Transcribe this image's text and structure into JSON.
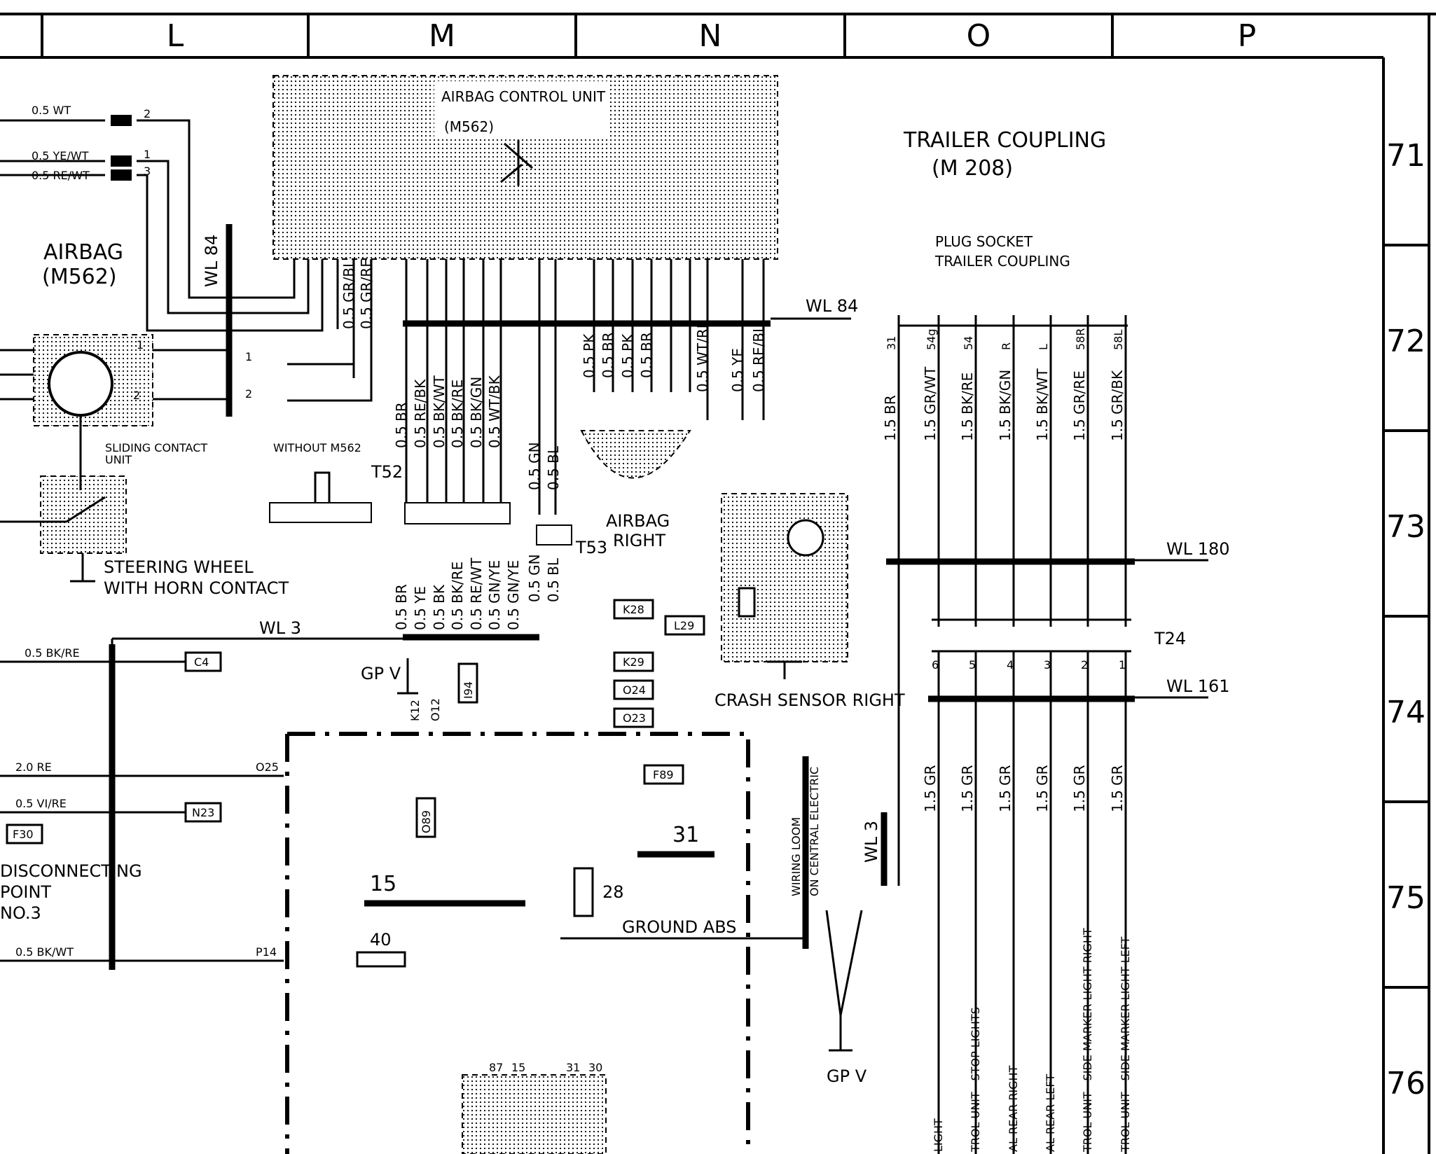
{
  "columns": [
    "L",
    "M",
    "N",
    "O",
    "P"
  ],
  "rows": [
    "71",
    "72",
    "73",
    "74",
    "75",
    "76"
  ],
  "components": {
    "airbag_control_unit": {
      "name": "AIRBAG CONTROL UNIT",
      "code": "(M562)"
    },
    "trailer_coupling": {
      "name": "TRAILER COUPLING",
      "code": "(M 208)"
    },
    "plug_socket": {
      "line1": "PLUG SOCKET",
      "line2": "TRAILER COUPLING"
    },
    "airbag": {
      "name": "AIRBAG",
      "code": "(M562)"
    },
    "sliding_contact": {
      "line1": "SLIDING CONTACT",
      "line2": "UNIT"
    },
    "steering_wheel": {
      "line1": "STEERING WHEEL",
      "line2": "WITH HORN CONTACT"
    },
    "without_m562": "WITHOUT M562",
    "airbag_right": {
      "line1": "AIRBAG",
      "line2": "RIGHT"
    },
    "crash_sensor_right": "CRASH SENSOR RIGHT",
    "disconnecting_point": {
      "line1": "DISCONNECTING",
      "line2": "POINT",
      "line3": "NO.3"
    },
    "ground_abs": "GROUND ABS",
    "wiring_loom": {
      "line1": "WIRING LOOM",
      "line2": "ON CENTRAL ELECTRIC"
    }
  },
  "connectors": [
    "T52",
    "T53",
    "T24"
  ],
  "wire_looms": {
    "wl84": "WL 84",
    "wl3": "WL 3",
    "wl180": "WL 180",
    "wl161": "WL 161"
  },
  "ground_points": [
    "GP V",
    "GP V"
  ],
  "ref_boxes": [
    "K28",
    "L29",
    "K29",
    "O24",
    "O23",
    "C4",
    "N23",
    "F30",
    "F89",
    "O89",
    "I94"
  ],
  "terminals": {
    "t31": "31",
    "t15": "15",
    "t40": "40",
    "t28": "28",
    "t87": "87",
    "t15b": "15",
    "t31b": "31",
    "t30": "30"
  },
  "pin_labels": {
    "o25": "O25",
    "p14": "P14",
    "k12": "K12",
    "o12": "O12"
  },
  "left_wires": [
    "0.5 WT",
    "0.5 YE/WT",
    "0.5 RE/WT",
    "0.5 BK/RE",
    "2.0 RE",
    "0.5 VI/RE",
    "0.5 BK/WT"
  ],
  "acu_wires": [
    "0.5 GR/BL",
    "0.5 GR/RE"
  ],
  "t52_upper_wires": [
    "0.5 BR",
    "0.5 RE/BK",
    "0.5 BK/WT",
    "0.5 BK/RE",
    "0.5 BK/GN",
    "0.5 WT/BK"
  ],
  "t52_lower_wires": [
    "0.5 BR",
    "0.5 YE",
    "0.5 BK",
    "0.5 BK/RE",
    "0.5 RE/WT",
    "0.5 GN/YE",
    "0.5 GN/YE"
  ],
  "t53_wires": [
    "0.5 GN",
    "0.5 BL"
  ],
  "t53_lower_wires": [
    "0.5 GN",
    "0.5 BL"
  ],
  "airbag_right_wires": [
    "0.5 PK",
    "0.5 BR",
    "0.5 PK",
    "0.5 BR"
  ],
  "crash_wires": [
    "0.5 WT/RE",
    "0.5 YE",
    "0.5 RE/BL"
  ],
  "trailer_pins": [
    "31",
    "54g",
    "54",
    "R",
    "L",
    "58R",
    "58L"
  ],
  "trailer_wires_upper": [
    "1.5 BR",
    "1.5 GR/WT",
    "1.5 BK/RE",
    "1.5 BK/GN",
    "1.5 BK/WT",
    "1.5 GR/RE",
    "1.5 GR/BK"
  ],
  "trailer_wires_lower": [
    "1.5 GR",
    "1.5 GR",
    "1.5 GR",
    "1.5 GR",
    "1.5 GR",
    "1.5 GR"
  ],
  "t24_pins": [
    "6",
    "5",
    "4",
    "3",
    "2",
    "1"
  ],
  "bottom_labels": [
    "LIGHT",
    "TROL UNIT - STOP LIGHTS",
    "AL REAR RIGHT",
    "AL REAR LEFT",
    "TROL UNIT - SIDE MARKER LIGHT RIGHT",
    "TROL UNIT - SIDE MARKER LIGHT LEFT"
  ]
}
